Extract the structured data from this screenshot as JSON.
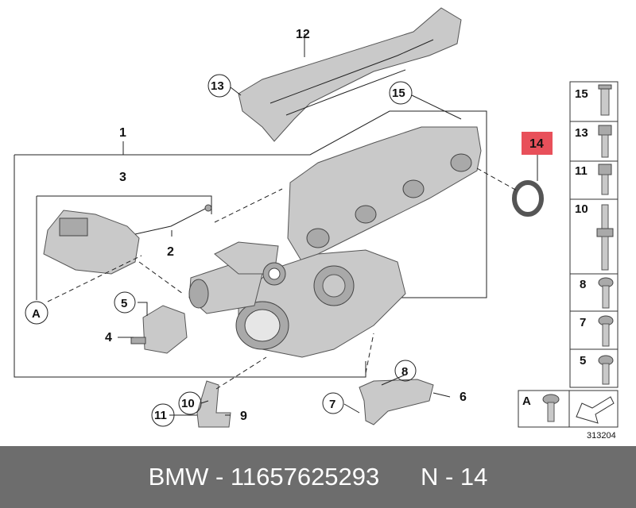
{
  "callouts": {
    "c1": "1",
    "c2": "2",
    "c3": "3",
    "c4": "4",
    "c5": "5",
    "c6": "6",
    "c7": "7",
    "c8": "8",
    "c9": "9",
    "c10": "10",
    "c11": "11",
    "c12": "12",
    "c13": "13",
    "c14": "14",
    "c15": "15",
    "cA": "A"
  },
  "legend": {
    "rows": [
      "15",
      "13",
      "11",
      "10",
      "8",
      "7",
      "5"
    ],
    "bottom_label": "A"
  },
  "drawing_number": "313204",
  "footer": {
    "brand": "BMW",
    "part_number": "11657625293",
    "position": "N - 14"
  },
  "colors": {
    "highlight": "#e8505a",
    "footer_bg": "#6d6d6d"
  }
}
